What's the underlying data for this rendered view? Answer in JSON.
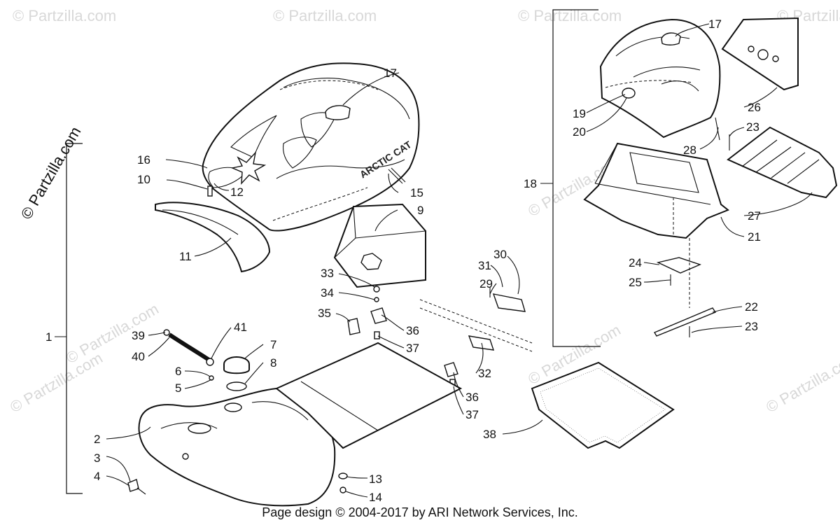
{
  "watermark": {
    "main": "© Partzilla.com",
    "short": "© Partzilla.com"
  },
  "brand_mark": "ARCTIC CAT",
  "footer": "Page design © 2004-2017 by ARI Network Services, Inc.",
  "callouts": {
    "c1": "1",
    "c2": "2",
    "c3": "3",
    "c4": "4",
    "c5": "5",
    "c6": "6",
    "c7": "7",
    "c8": "8",
    "c9": "9",
    "c10": "10",
    "c11": "11",
    "c12": "12",
    "c13": "13",
    "c14": "14",
    "c15": "15",
    "c16": "16",
    "c17a": "17",
    "c17b": "17",
    "c18": "18",
    "c19": "19",
    "c20": "20",
    "c21": "21",
    "c22": "22",
    "c23a": "23",
    "c23b": "23",
    "c24": "24",
    "c25": "25",
    "c26": "26",
    "c27": "27",
    "c28": "28",
    "c29": "29",
    "c30": "30",
    "c31": "31",
    "c32": "32",
    "c33": "33",
    "c34": "34",
    "c35": "35",
    "c36a": "36",
    "c36b": "36",
    "c37a": "37",
    "c37b": "37",
    "c38": "38",
    "c39": "39",
    "c40": "40",
    "c41": "41"
  }
}
